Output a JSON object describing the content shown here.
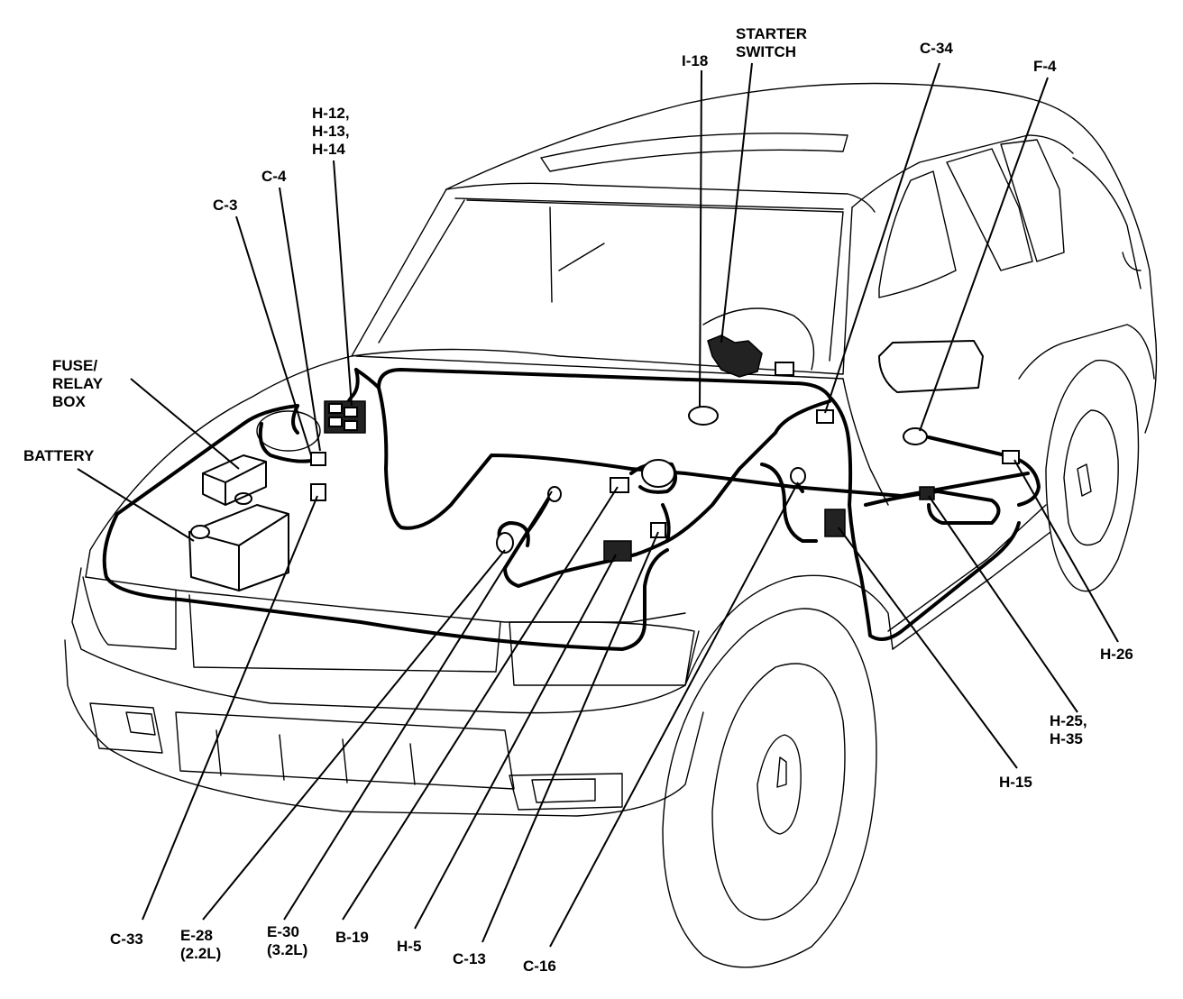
{
  "diagram": {
    "labels": {
      "starter_switch": [
        "STARTER",
        "SWITCH"
      ],
      "i18": "I-18",
      "c34": "C-34",
      "f4": "F-4",
      "h12_h13_h14": [
        "H-12,",
        "H-13,",
        "H-14"
      ],
      "c4": "C-4",
      "c3": "C-3",
      "fuse_relay_box": [
        "FUSE/",
        "RELAY",
        "BOX"
      ],
      "battery": "BATTERY",
      "h26": "H-26",
      "h25_h35": [
        "H-25,",
        "H-35"
      ],
      "h15": "H-15",
      "c33": "C-33",
      "e28": [
        "E-28",
        "(2.2L)"
      ],
      "e30": [
        "E-30",
        "(3.2L)"
      ],
      "b19": "B-19",
      "h5": "H-5",
      "c13": "C-13",
      "c16": "C-16"
    }
  }
}
